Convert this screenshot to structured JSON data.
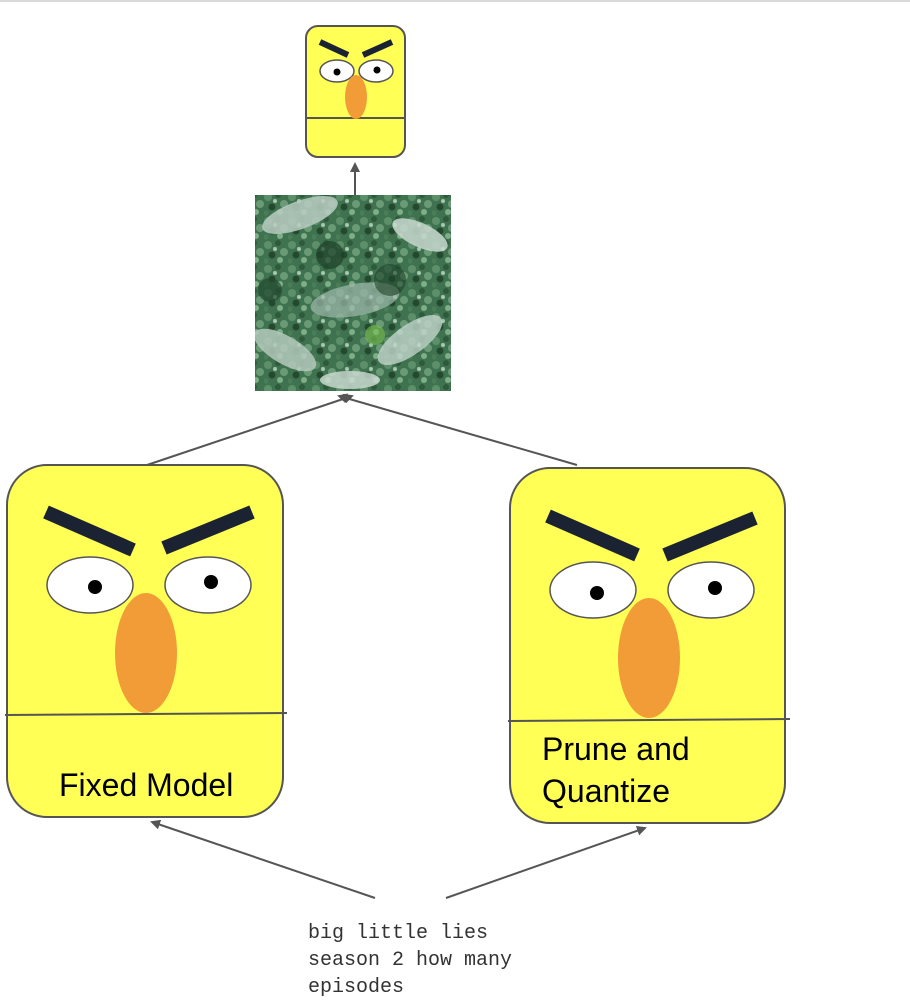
{
  "models": {
    "left": {
      "label": "Fixed Model"
    },
    "right": {
      "label_line1": "Prune and",
      "label_line2": "Quantize"
    }
  },
  "query": {
    "text": "big little lies\nseason 2 how many\nepisodes"
  },
  "image": {
    "subject": "kale leaves"
  },
  "icons": [
    "yellow-bird-face-icon",
    "kale-image",
    "arrow-icon"
  ],
  "colors": {
    "face": "#ffff55",
    "beak": "#f29c38",
    "brow": "#1b2333",
    "outline": "#555555",
    "arrow": "#555555",
    "kale_dark": "#2b5a3a",
    "kale_light": "#b9ccc2"
  }
}
